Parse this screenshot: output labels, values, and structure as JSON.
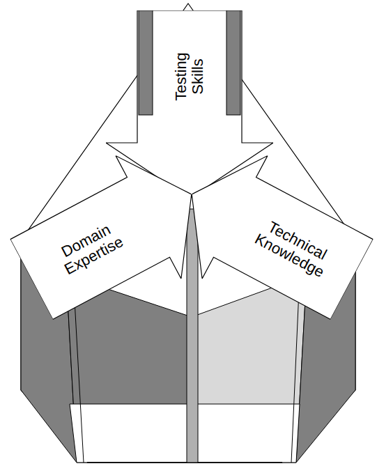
{
  "diagram": {
    "nodes": [
      {
        "text": [
          "Testing Skills"
        ]
      },
      {
        "text": [
          "Domain Expertise"
        ]
      },
      {
        "text": [
          "Technical Knowledge"
        ]
      }
    ]
  }
}
